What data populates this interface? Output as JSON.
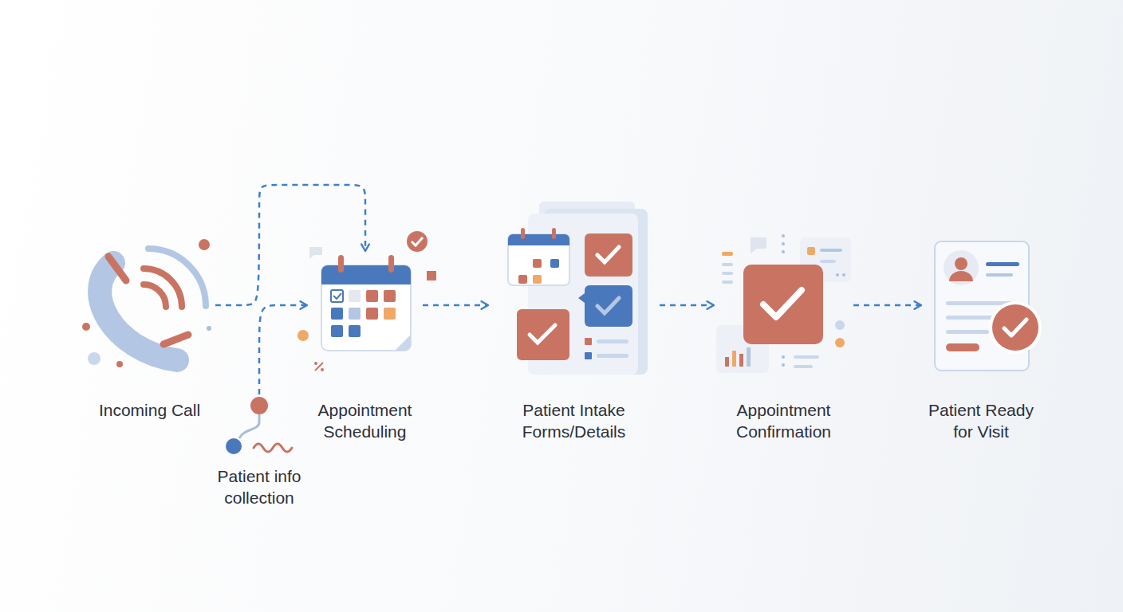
{
  "diagram": {
    "nodes": [
      {
        "text": [
          "Incoming Call"
        ]
      },
      {
        "text": [
          "Patient info collection"
        ]
      },
      {
        "text": [
          "Appointment Scheduling"
        ]
      },
      {
        "text": [
          "Patient Intake Forms/Details"
        ]
      },
      {
        "text": [
          "Appointment Confirmation"
        ]
      },
      {
        "text": [
          "Patient Ready for Visit"
        ]
      }
    ],
    "edges": [
      {
        "from": 0,
        "to": 2,
        "arrow": "to"
      },
      {
        "from": 1,
        "to": 2,
        "arrow": "to"
      },
      {
        "from": 2,
        "to": 3,
        "arrow": "to"
      },
      {
        "from": 3,
        "to": 4,
        "arrow": "to"
      },
      {
        "from": 4,
        "to": 5,
        "arrow": "to"
      }
    ]
  }
}
